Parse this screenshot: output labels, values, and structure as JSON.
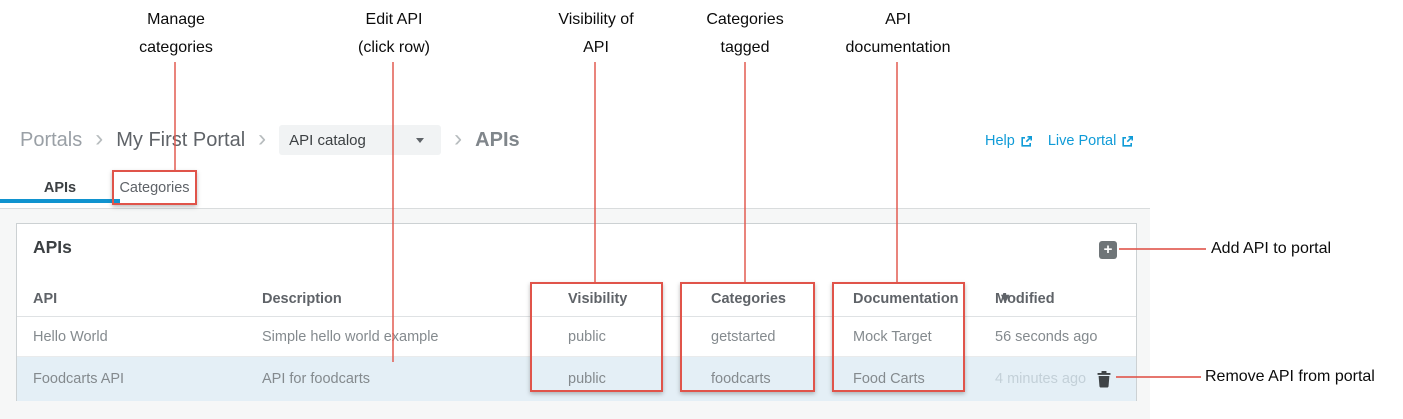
{
  "annotations": {
    "top": [
      {
        "text": "Manage\ncategories"
      },
      {
        "text": "Edit API\n(click row)"
      },
      {
        "text": "Visibility of\nAPI"
      },
      {
        "text": "Categories\ntagged"
      },
      {
        "text": "API\ndocumentation"
      }
    ],
    "add_api": "Add API to portal",
    "remove_api": "Remove API from portal",
    "accent_color": "#e0544a"
  },
  "breadcrumb": {
    "portals": "Portals",
    "portal_name": "My First Portal",
    "dropdown_value": "API catalog",
    "current": "APIs",
    "separator": "›"
  },
  "header_links": {
    "help": "Help",
    "live_portal": "Live Portal",
    "link_color": "#0f9bd7"
  },
  "tabs": [
    {
      "label": "APIs",
      "active": true
    },
    {
      "label": "Categories",
      "active": false
    }
  ],
  "panel": {
    "title": "APIs",
    "add_button_glyph": "+"
  },
  "table": {
    "columns": [
      "API",
      "Description",
      "Visibility",
      "Categories",
      "Documentation",
      "Modified"
    ],
    "sort_column": "Modified",
    "sort_indicator": "▼",
    "selected_row_color": "#e4eff6",
    "rows": [
      {
        "api": "Hello World",
        "description": "Simple hello world example",
        "visibility": "public",
        "categories": "getstarted",
        "documentation": "Mock Target",
        "modified": "56 seconds ago"
      },
      {
        "api": "Foodcarts API",
        "description": "API for foodcarts",
        "visibility": "public",
        "categories": "foodcarts",
        "documentation": "Food Carts",
        "modified": "4 minutes ago"
      }
    ]
  }
}
